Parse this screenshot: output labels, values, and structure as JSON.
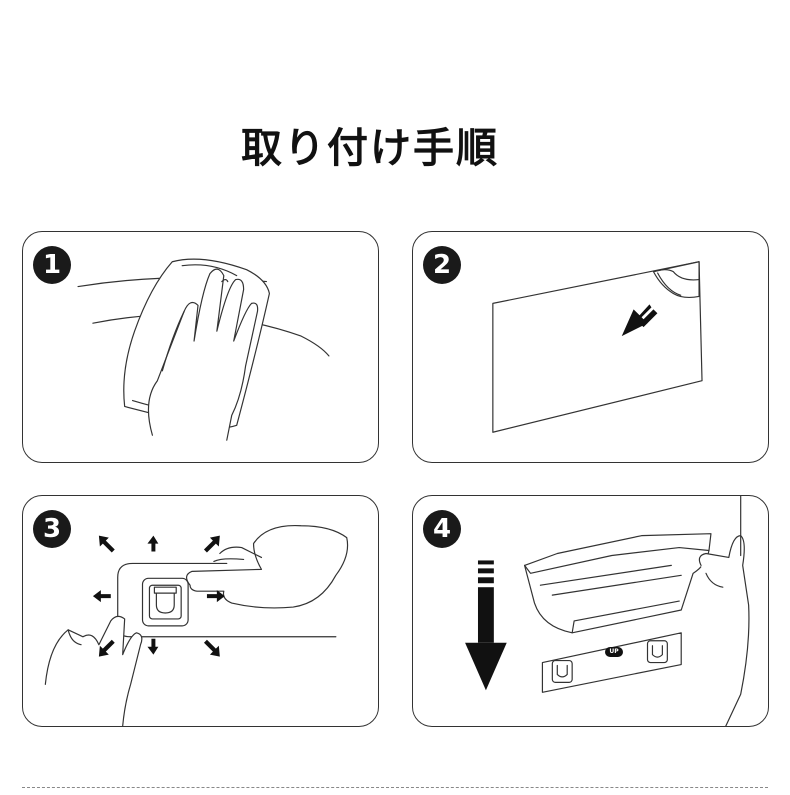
{
  "title": "取り付け手順",
  "steps": [
    {
      "number": "1"
    },
    {
      "number": "2"
    },
    {
      "number": "3"
    },
    {
      "number": "4",
      "badge": "UP"
    }
  ]
}
